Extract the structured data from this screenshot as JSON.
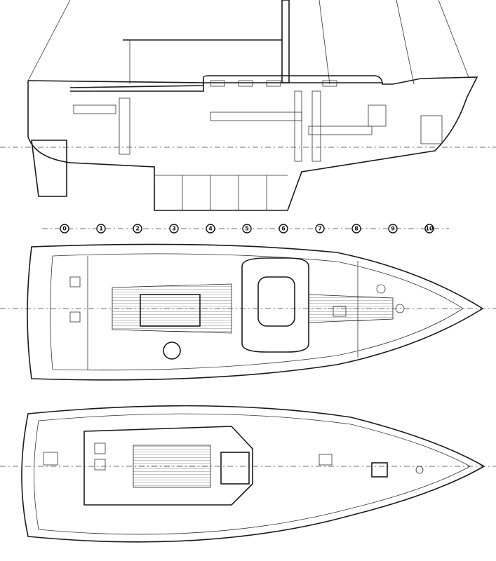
{
  "stations": [
    "0",
    "1",
    "2",
    "3",
    "4",
    "5",
    "6",
    "7",
    "8",
    "9",
    "10"
  ],
  "colors": {
    "ink": "#1a1a1a",
    "paper": "#ffffff"
  }
}
